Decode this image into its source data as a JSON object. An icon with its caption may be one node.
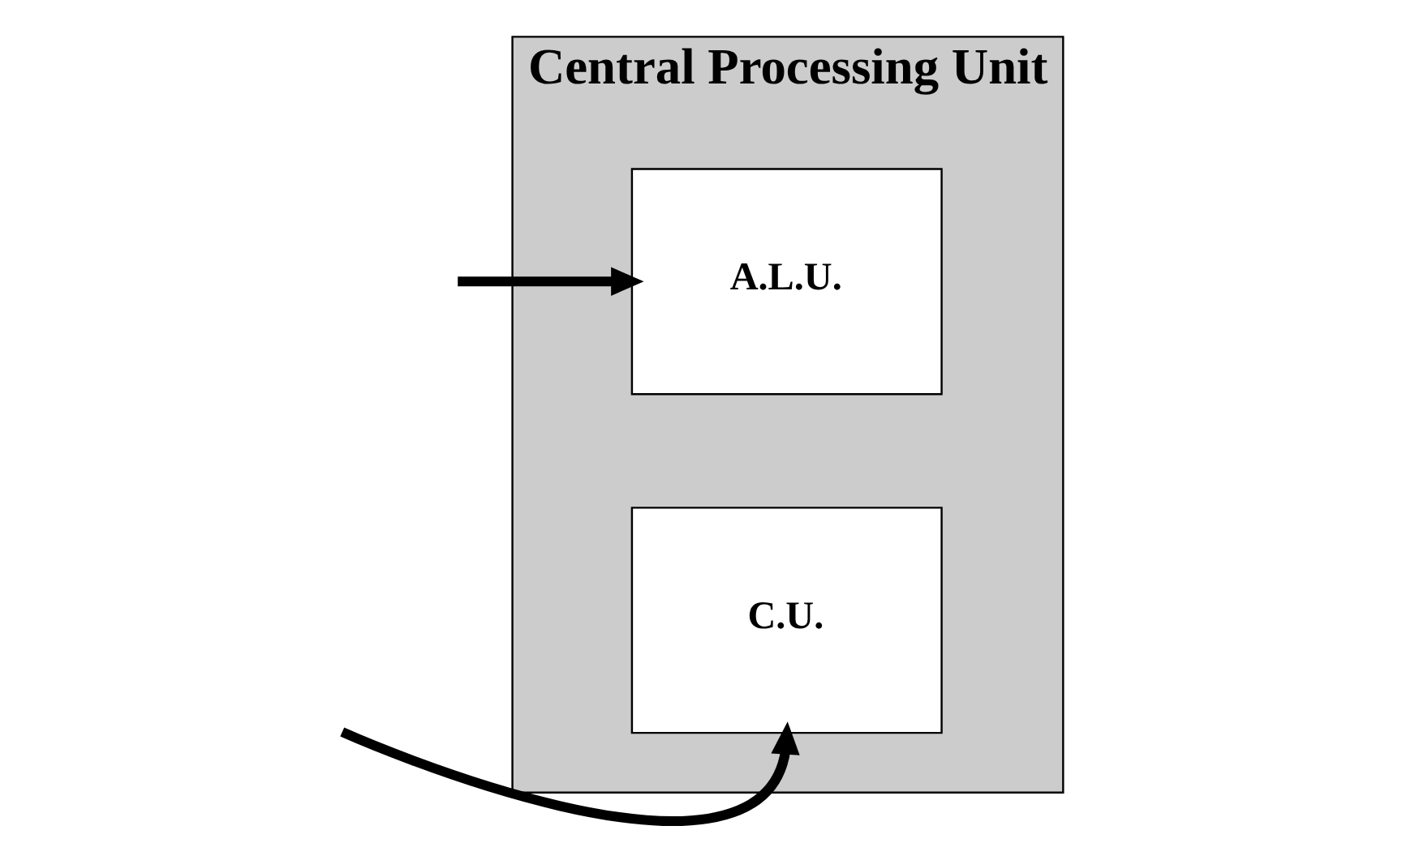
{
  "diagram": {
    "nodes": [
      {
        "text": [
          "Central Processing Unit"
        ]
      },
      {
        "text": [
          "A.L.U."
        ],
        "in": 0
      },
      {
        "text": [
          "C.U."
        ],
        "in": 0
      }
    ],
    "edges": [
      {
        "from": null,
        "to": 1,
        "arrow": "to"
      },
      {
        "from": null,
        "to": 2,
        "arrow": "to"
      }
    ]
  }
}
